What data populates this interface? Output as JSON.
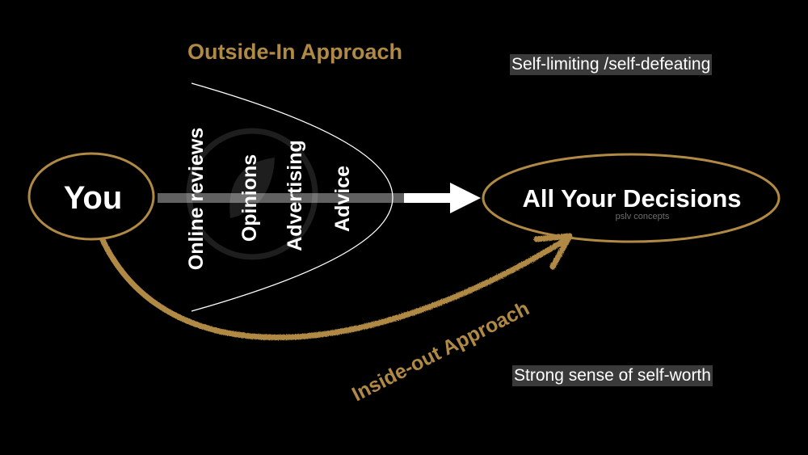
{
  "diagram": {
    "source": {
      "label": "You"
    },
    "target": {
      "label": "All Your Decisions",
      "watermark": "pslv concepts"
    },
    "outside_in": {
      "title": "Outside-In Approach",
      "filters": [
        "Online reviews",
        "Opinions",
        "Advertising",
        "Advice"
      ]
    },
    "inside_out": {
      "title": "Inside-out Approach"
    },
    "notes": {
      "outside_in": "Self-limiting /self-defeating",
      "inside_out": "Strong sense of self-worth"
    }
  },
  "colors": {
    "background": "#000000",
    "gold": "#b08a45",
    "text": "#ffffff",
    "note_background": "#3a3a3a"
  }
}
